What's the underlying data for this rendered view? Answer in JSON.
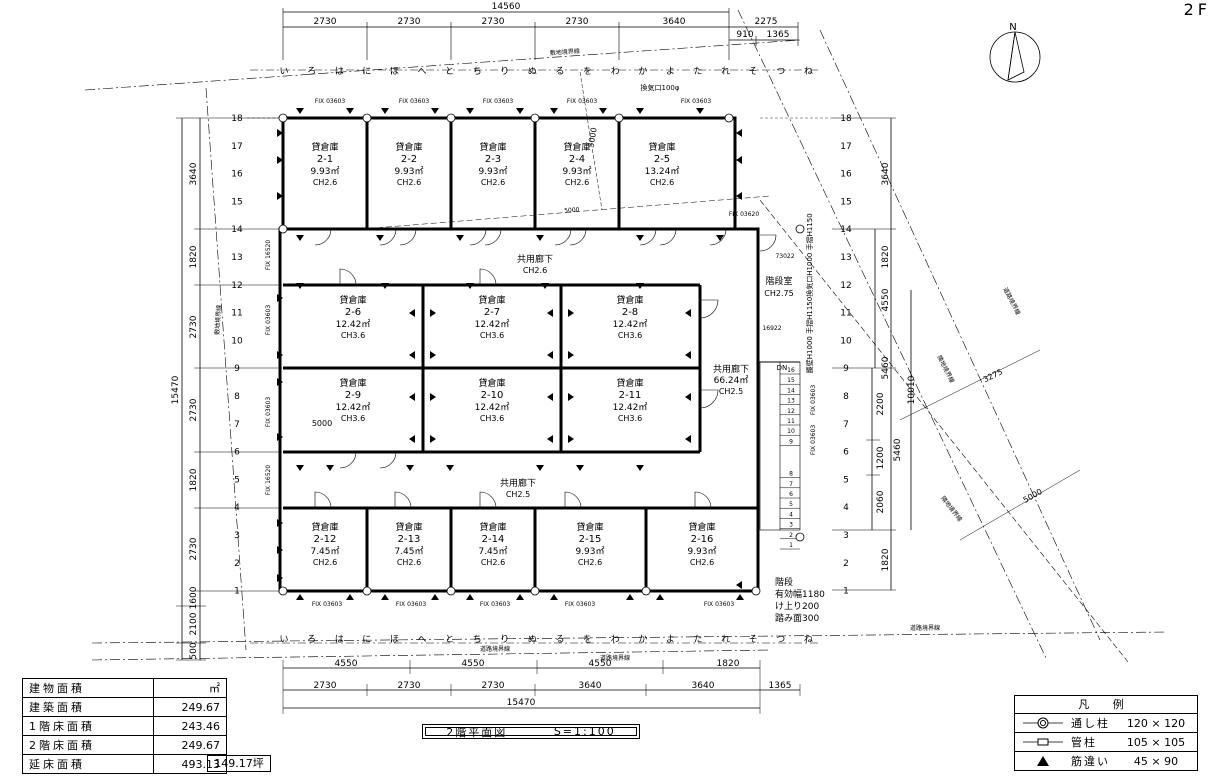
{
  "floor_label": "2F",
  "north_label": "N",
  "drawing_title": "2階平面図",
  "drawing_scale": "S=1:100",
  "top_dims": {
    "total": "14560",
    "segments": [
      "2730",
      "2730",
      "2730",
      "2730",
      "3640"
    ],
    "right_total": "2275",
    "right_segments": [
      "910",
      "1365"
    ]
  },
  "bottom_dims": {
    "row1": [
      "4550",
      "4550",
      "4550",
      "1820"
    ],
    "row2": [
      "2730",
      "2730",
      "2730",
      "3640",
      "3640",
      "1365"
    ],
    "total": "15470"
  },
  "left_dims": {
    "total": "15470",
    "segments": [
      "3640",
      "1820",
      "2730",
      "2730",
      "1820",
      "2730",
      "1600",
      "2100",
      "500"
    ]
  },
  "right_dims": {
    "col1": [
      "3640",
      "1820",
      "4550",
      "5460",
      "1820"
    ],
    "col2": [
      "2200",
      "1200",
      "2060"
    ],
    "col3": [
      "5460"
    ],
    "col4": [
      "10010"
    ]
  },
  "grid_rows": [
    "18",
    "17",
    "16",
    "15",
    "14",
    "13",
    "12",
    "11",
    "10",
    "9",
    "8",
    "7",
    "6",
    "5",
    "4",
    "3",
    "2",
    "1"
  ],
  "grid_cols_kana": [
    "い",
    "ろ",
    "は",
    "に",
    "ほ",
    "へ",
    "と",
    "ち",
    "り",
    "ぬ",
    "る",
    "を",
    "わ",
    "か",
    "よ",
    "た",
    "れ",
    "そ",
    "つ",
    "ね"
  ],
  "boundary_labels": {
    "site_top": "敷地境界線",
    "site_left": "敷地境界線",
    "road_bottom": "道路境界線",
    "road_bottom_right": "道路境界線",
    "right_road": "道路境界線",
    "right_boundary": "隣地境界線",
    "setback": "5000",
    "right_3275": "3275",
    "right_5000": "5000",
    "ventilation": "換気口100φ",
    "left_5000": "5000",
    "top_5000": "5000"
  },
  "rooms": [
    {
      "id": "2-1",
      "name": "貸倉庫",
      "area": "9.93㎡",
      "ch": "CH2.6"
    },
    {
      "id": "2-2",
      "name": "貸倉庫",
      "area": "9.93㎡",
      "ch": "CH2.6"
    },
    {
      "id": "2-3",
      "name": "貸倉庫",
      "area": "9.93㎡",
      "ch": "CH2.6"
    },
    {
      "id": "2-4",
      "name": "貸倉庫",
      "area": "9.93㎡",
      "ch": "CH2.6"
    },
    {
      "id": "2-5",
      "name": "貸倉庫",
      "area": "13.24㎡",
      "ch": "CH2.6"
    },
    {
      "id": "2-6",
      "name": "貸倉庫",
      "area": "12.42㎡",
      "ch": "CH3.6"
    },
    {
      "id": "2-7",
      "name": "貸倉庫",
      "area": "12.42㎡",
      "ch": "CH3.6"
    },
    {
      "id": "2-8",
      "name": "貸倉庫",
      "area": "12.42㎡",
      "ch": "CH3.6"
    },
    {
      "id": "2-9",
      "name": "貸倉庫",
      "area": "12.42㎡",
      "ch": "CH3.6"
    },
    {
      "id": "2-10",
      "name": "貸倉庫",
      "area": "12.42㎡",
      "ch": "CH3.6"
    },
    {
      "id": "2-11",
      "name": "貸倉庫",
      "area": "12.42㎡",
      "ch": "CH3.6"
    },
    {
      "id": "2-12",
      "name": "貸倉庫",
      "area": "7.45㎡",
      "ch": "CH2.6"
    },
    {
      "id": "2-13",
      "name": "貸倉庫",
      "area": "7.45㎡",
      "ch": "CH2.6"
    },
    {
      "id": "2-14",
      "name": "貸倉庫",
      "area": "7.45㎡",
      "ch": "CH2.6"
    },
    {
      "id": "2-15",
      "name": "貸倉庫",
      "area": "9.93㎡",
      "ch": "CH2.6"
    },
    {
      "id": "2-16",
      "name": "貸倉庫",
      "area": "9.93㎡",
      "ch": "CH2.6"
    }
  ],
  "corridors": [
    {
      "name": "共用廊下",
      "ch": "CH2.6"
    },
    {
      "name": "共用廊下",
      "area": "66.24㎡",
      "ch": "CH2.5"
    },
    {
      "name": "共用廊下",
      "ch": "CH2.5"
    }
  ],
  "stair_room": {
    "name": "階段室",
    "ch": "CH2.75"
  },
  "stair_note": [
    "階段",
    "有効幅1180",
    "け上り200",
    "踏み面300"
  ],
  "stair_dn": "DN",
  "stair_steps": [
    "16",
    "15",
    "14",
    "13",
    "12",
    "11",
    "10",
    "9",
    "8",
    "7",
    "6",
    "5",
    "4",
    "3",
    "2",
    "1"
  ],
  "window_codes": {
    "fix_top": "FIX 03603",
    "fix_side": "FIX 16520",
    "fix_mid": "FIX 03603",
    "fix_corner": "FIX 03620",
    "code_73022": "73022",
    "code_16922": "16922"
  },
  "vertical_notes": [
    "換気口H1000 手摺H1150",
    "腰壁H1000 手摺H1150"
  ],
  "area_table": [
    {
      "label": "建物面積",
      "value": "㎡"
    },
    {
      "label": "建築面積",
      "value": "249.67"
    },
    {
      "label": "1階床面積",
      "value": "243.46"
    },
    {
      "label": "2階床面積",
      "value": "249.67"
    },
    {
      "label": "延床面積",
      "value": "493.13"
    }
  ],
  "area_tsubo": "149.17坪",
  "legend": {
    "title": "凡 例",
    "rows": [
      {
        "name": "通し柱",
        "size": "120 × 120"
      },
      {
        "name": "管柱",
        "size": "105 × 105"
      },
      {
        "name": "筋違い",
        "size": "45 × 90"
      }
    ]
  }
}
